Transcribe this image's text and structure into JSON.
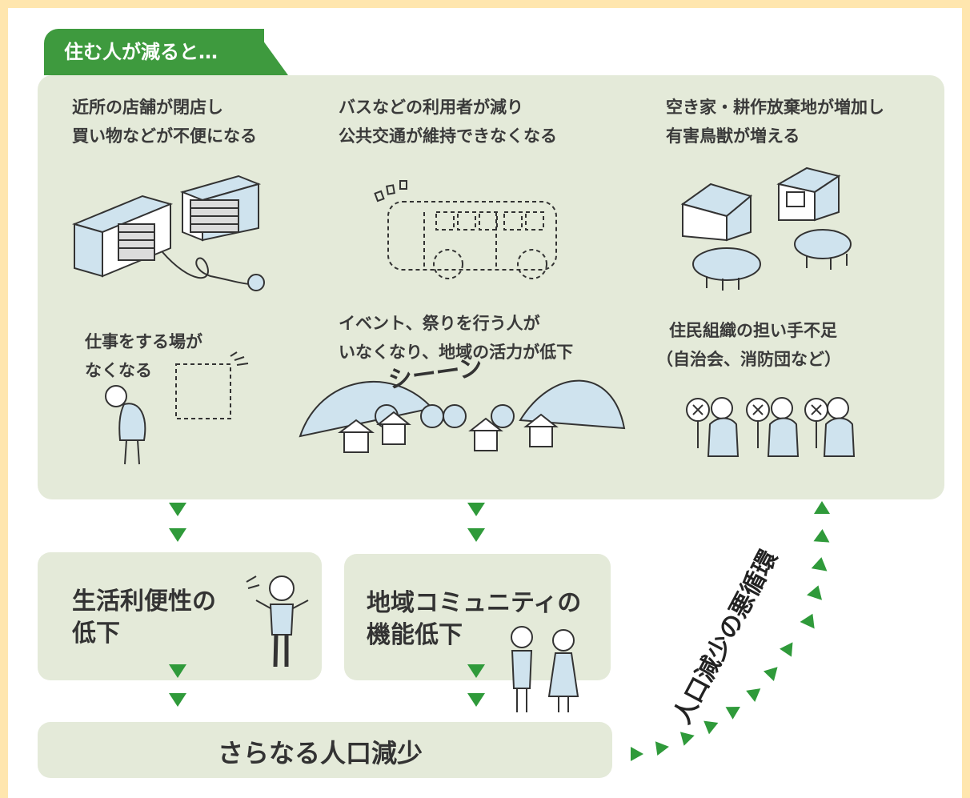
{
  "header": {
    "tab_label": "住む人が減ると…"
  },
  "effects": {
    "shops_line1": "近所の店舗が閉店し",
    "shops_line2": "買い物などが不便になる",
    "bus_line1": "バスなどの利用者が減り",
    "bus_line2": "公共交通が維持できなくなる",
    "vacant_line1": "空き家・耕作放棄地が増加し",
    "vacant_line2": "有害鳥獣が増える",
    "jobs_line1": "仕事をする場が",
    "jobs_line2": "なくなる",
    "events_line1": "イベント、祭りを行う人が",
    "events_line2": "いなくなり、地域の活力が低下",
    "residents_line1": "住民組織の担い手不足",
    "residents_line2": "（自治会、消防団など）",
    "silence_sfx": "シーーン"
  },
  "outcomes": {
    "convenience_line1": "生活利便性の",
    "convenience_line2": "低下",
    "community_line1": "地域コミュニティの",
    "community_line2": "機能低下",
    "further_decline": "さらなる人口減少"
  },
  "cycle_label": "人口減少の悪循環",
  "colors": {
    "background": "#FFE6AE",
    "panel": "#E4EAD9",
    "accent_green": "#3E9A3E",
    "arrow_green": "#2F9A3A",
    "illustration_blue": "#CFE3EE"
  }
}
